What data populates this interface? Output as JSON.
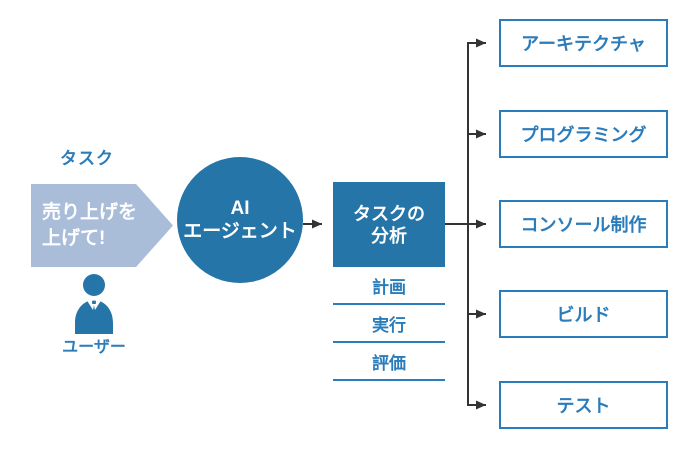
{
  "colors": {
    "solid_blue": "#2575a9",
    "light_blue": "#a9bdd9",
    "accent_blue": "#2b7cba",
    "line_dark": "#333333",
    "background": "#ffffff"
  },
  "user_side": {
    "task_label": "タスク",
    "task_bubble_line1": "売り上げを",
    "task_bubble_line2": "上げて!",
    "user_label": "ユーザー"
  },
  "agent": {
    "line1": "AI",
    "line2": "エージェント"
  },
  "analysis": {
    "title_line1": "タスクの",
    "title_line2": "分析",
    "steps": [
      "計画",
      "実行",
      "評価"
    ]
  },
  "outputs": [
    "アーキテクチャ",
    "プログラミング",
    "コンソール制作",
    "ビルド",
    "テスト"
  ]
}
